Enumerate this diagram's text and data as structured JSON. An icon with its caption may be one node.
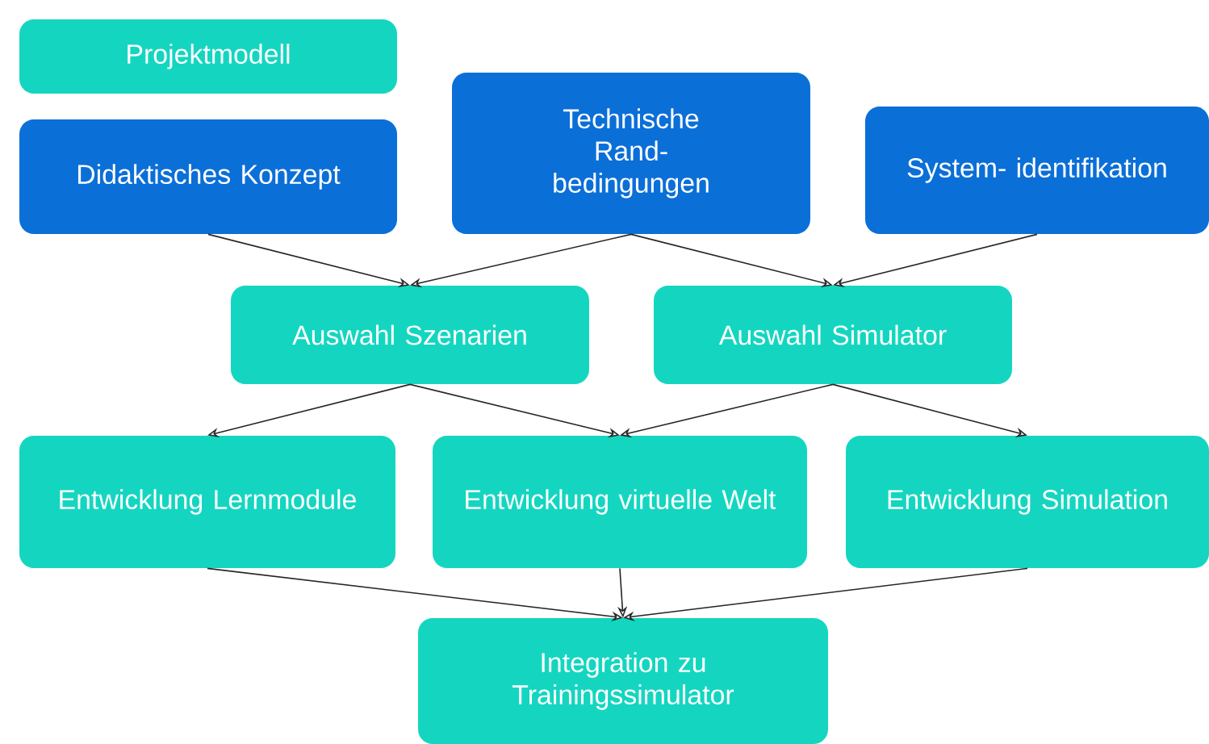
{
  "diagram": {
    "nodes": [
      {
        "text": [
          "Projektmodell"
        ]
      },
      {
        "text": [
          "Didaktisches Konzept"
        ]
      },
      {
        "text": [
          "Technische Rand- bedingungen"
        ]
      },
      {
        "text": [
          "System- identifikation"
        ]
      },
      {
        "text": [
          "Auswahl Szenarien"
        ]
      },
      {
        "text": [
          "Auswahl Simulator"
        ]
      },
      {
        "text": [
          "Entwicklung Lernmodule"
        ]
      },
      {
        "text": [
          "Entwicklung virtuelle Welt"
        ]
      },
      {
        "text": [
          "Entwicklung Simulation"
        ]
      },
      {
        "text": [
          "Integration zu Trainingssimulator"
        ]
      }
    ],
    "edges": [
      {
        "from": 1,
        "to": 4,
        "arrow": "to"
      },
      {
        "from": 2,
        "to": 4,
        "arrow": "to"
      },
      {
        "from": 2,
        "to": 5,
        "arrow": "to"
      },
      {
        "from": 3,
        "to": 5,
        "arrow": "to"
      },
      {
        "from": 4,
        "to": 6,
        "arrow": "to"
      },
      {
        "from": 4,
        "to": 7,
        "arrow": "to"
      },
      {
        "from": 5,
        "to": 7,
        "arrow": "to"
      },
      {
        "from": 5,
        "to": 8,
        "arrow": "to"
      },
      {
        "from": 6,
        "to": 9,
        "arrow": "to"
      },
      {
        "from": 7,
        "to": 9,
        "arrow": "to"
      },
      {
        "from": 8,
        "to": 9,
        "arrow": "to"
      }
    ]
  }
}
